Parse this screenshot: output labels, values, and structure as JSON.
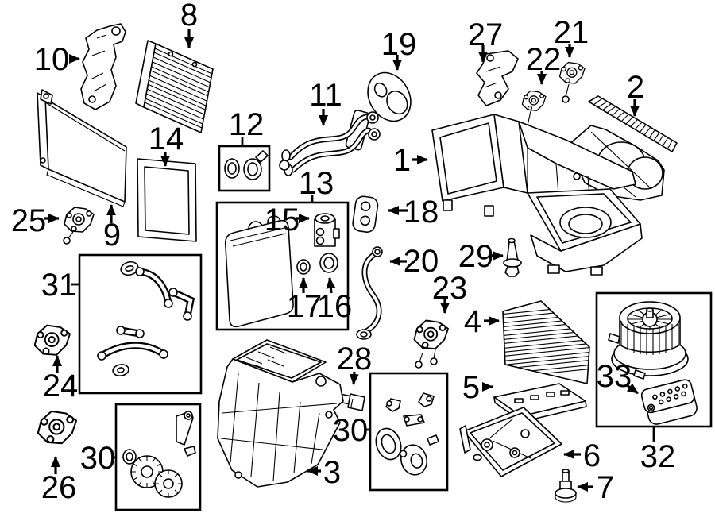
{
  "figure": {
    "type": "exploded-parts-diagram",
    "background_color": "#ffffff",
    "line_color": "#000000",
    "callout_color": "#000000"
  },
  "callouts": {
    "c1": {
      "label": "1"
    },
    "c2": {
      "label": "2"
    },
    "c3": {
      "label": "3"
    },
    "c4": {
      "label": "4"
    },
    "c5": {
      "label": "5"
    },
    "c6": {
      "label": "6"
    },
    "c7": {
      "label": "7"
    },
    "c8": {
      "label": "8"
    },
    "c9": {
      "label": "9"
    },
    "c10": {
      "label": "10"
    },
    "c11": {
      "label": "11"
    },
    "c12": {
      "label": "12"
    },
    "c13": {
      "label": "13"
    },
    "c14": {
      "label": "14"
    },
    "c15": {
      "label": "15"
    },
    "c16": {
      "label": "16"
    },
    "c17": {
      "label": "17"
    },
    "c18": {
      "label": "18"
    },
    "c19": {
      "label": "19"
    },
    "c20": {
      "label": "20"
    },
    "c21": {
      "label": "21"
    },
    "c22": {
      "label": "22"
    },
    "c23": {
      "label": "23"
    },
    "c24": {
      "label": "24"
    },
    "c25": {
      "label": "25"
    },
    "c26": {
      "label": "26"
    },
    "c27": {
      "label": "27"
    },
    "c28": {
      "label": "28"
    },
    "c29": {
      "label": "29"
    },
    "c30a": {
      "label": "30"
    },
    "c30b": {
      "label": "30"
    },
    "c31": {
      "label": "31"
    },
    "c32": {
      "label": "32"
    },
    "c33": {
      "label": "33"
    }
  }
}
